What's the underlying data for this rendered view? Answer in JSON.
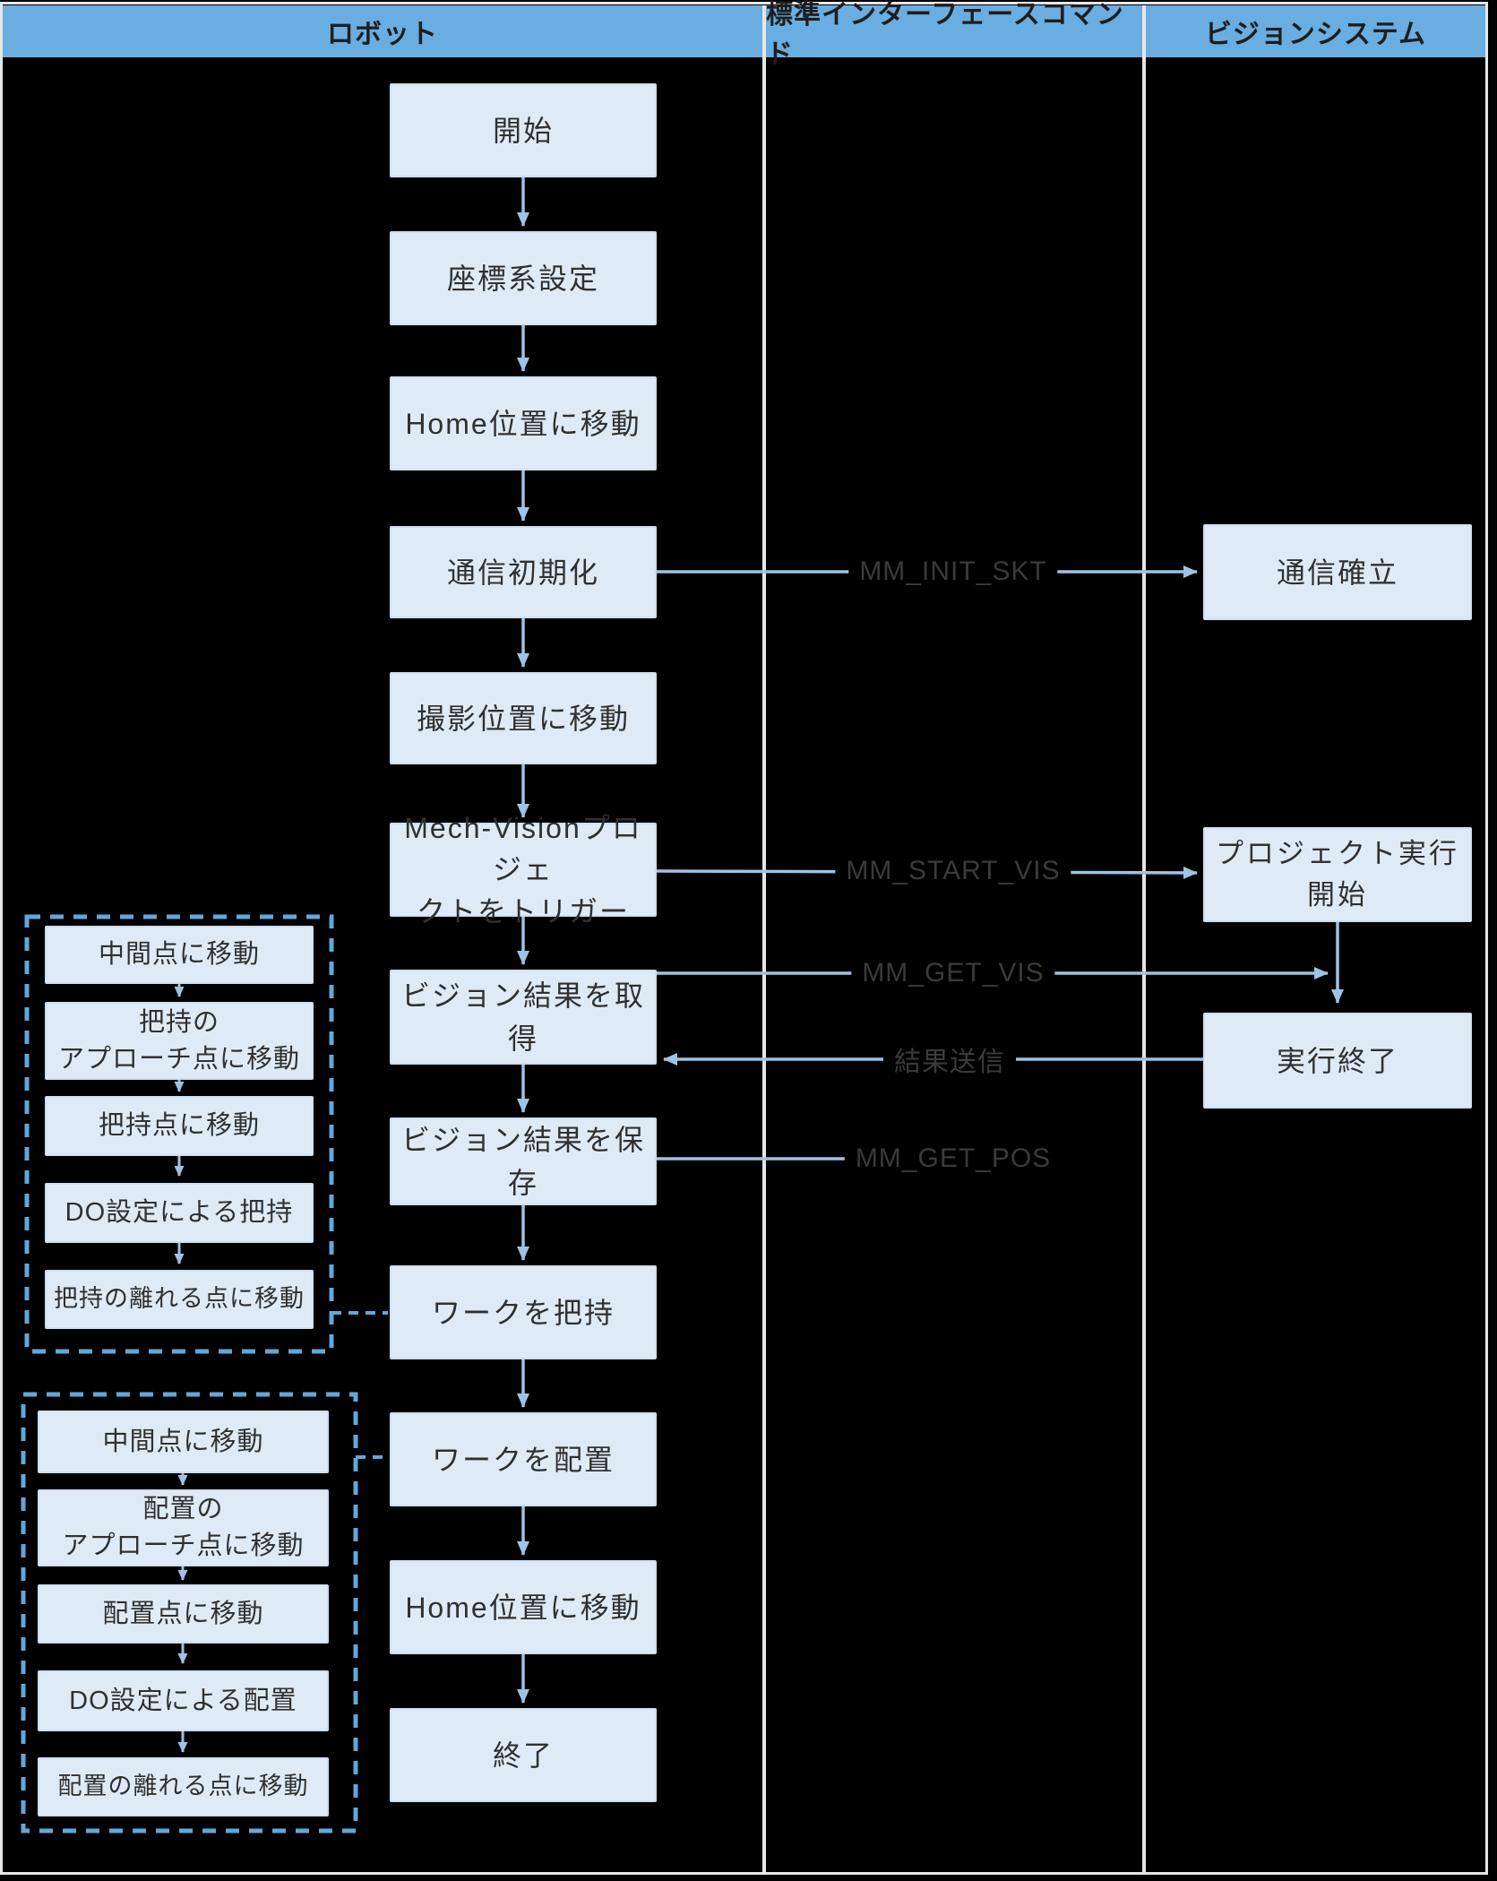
{
  "header": {
    "columns": [
      {
        "label": "ロボット"
      },
      {
        "label": "標準インターフェースコマンド"
      },
      {
        "label": "ビジョンシステム"
      }
    ]
  },
  "robot_flow": [
    {
      "label": "開始"
    },
    {
      "label": "座標系設定"
    },
    {
      "label": "Home位置に移動"
    },
    {
      "label": "通信初期化"
    },
    {
      "label": "撮影位置に移動"
    },
    {
      "label": "Mech-Visionプロジェ\nクトをトリガー"
    },
    {
      "label": "ビジョン結果を取得"
    },
    {
      "label": "ビジョン結果を保存"
    },
    {
      "label": "ワークを把持"
    },
    {
      "label": "ワークを配置"
    },
    {
      "label": "Home位置に移動"
    },
    {
      "label": "終了"
    }
  ],
  "vision_flow": [
    {
      "label": "通信確立"
    },
    {
      "label": "プロジェクト実行開始"
    },
    {
      "label": "実行終了"
    }
  ],
  "commands": [
    {
      "label": "MM_INIT_SKT"
    },
    {
      "label": "MM_START_VIS"
    },
    {
      "label": "MM_GET_VIS"
    },
    {
      "label": "結果送信"
    },
    {
      "label": "MM_GET_POS"
    }
  ],
  "pick_group": {
    "steps": [
      {
        "label": "中間点に移動"
      },
      {
        "label": "把持の\nアプローチ点に移動"
      },
      {
        "label": "把持点に移動"
      },
      {
        "label": "DO設定による把持"
      },
      {
        "label": "把持の離れる点に移動"
      }
    ]
  },
  "place_group": {
    "steps": [
      {
        "label": "中間点に移動"
      },
      {
        "label": "配置の\nアプローチ点に移動"
      },
      {
        "label": "配置点に移動"
      },
      {
        "label": "DO設定による配置"
      },
      {
        "label": "配置の離れる点に移動"
      }
    ]
  },
  "colors": {
    "bg": "#000000",
    "header_bg": "#69ade1",
    "box_bg": "#deebf7",
    "box_text": "#303030",
    "arrow": "#9dc3e6",
    "dashed": "#5fa8dc",
    "frame": "#e7e6e6",
    "label_text": "#3a3a3a",
    "header_text": "#1e1e1e"
  }
}
